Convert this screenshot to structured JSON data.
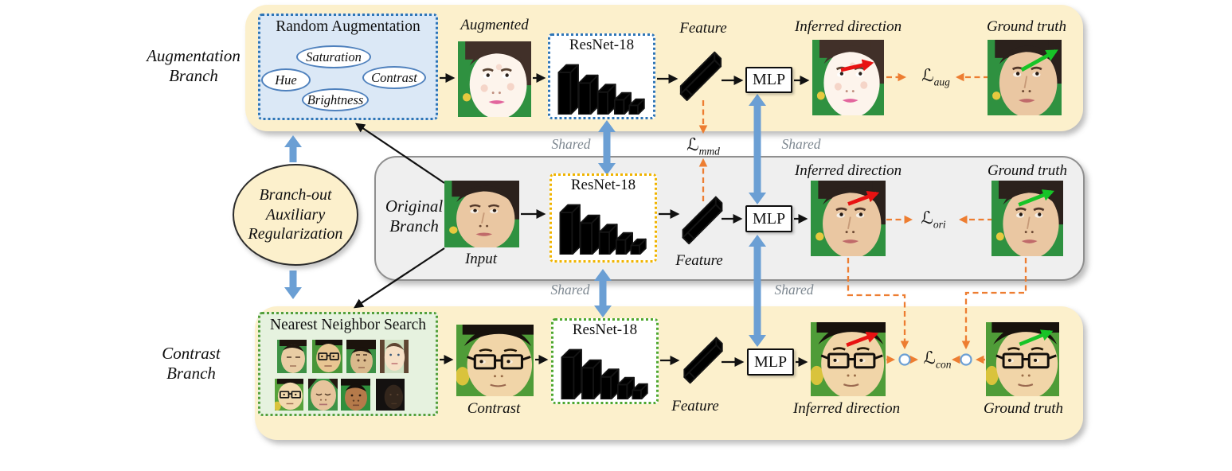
{
  "colors": {
    "branch_panel_bg": "#fcf0cc",
    "original_panel_bg": "#efefef",
    "original_panel_border": "#8f8f8f",
    "augmentation_box_bg": "#dbe8f6",
    "augmentation_box_border": "#2e75b6",
    "nns_box_bg": "#e6f2df",
    "nns_box_border": "#55a03c",
    "resnet_top_border": "#2e75b6",
    "resnet_mid_border": "#f0b400",
    "resnet_bottom_border": "#4ea72e",
    "shared_arrow_blue": "#6b9fd4",
    "loss_dash_orange": "#ed7d31",
    "inferred_arrow_red": "#e81212",
    "ground_truth_arrow_green": "#17c427",
    "shared_text": "#7d8790"
  },
  "branch_labels": {
    "augmentation": [
      "Augmentation",
      "Branch"
    ],
    "original": [
      "Original",
      "Branch"
    ],
    "contrast": [
      "Contrast",
      "Branch"
    ]
  },
  "regularizer": {
    "lines": [
      "Branch-out",
      "Auxiliary",
      "Regularization"
    ]
  },
  "augmentation_box": {
    "title": "Random Augmentation",
    "ops": [
      "Saturation",
      "Hue",
      "Contrast",
      "Brightness"
    ]
  },
  "nns_box": {
    "title": "Nearest Neighbor Search",
    "thumbnails": [
      "closed-eyes-man",
      "glasses-man",
      "upward-tilted-man",
      "fair-woman",
      "glasses-man-pale",
      "closed-eyes-woman",
      "dark-haired-woman",
      "underexposed-face"
    ]
  },
  "labels": {
    "augmented": "Augmented",
    "input": "Input",
    "contrast": "Contrast",
    "feature": "Feature",
    "resnet": "ResNet-18",
    "mlp": "MLP",
    "inferred": "Inferred direction",
    "ground_truth": "Ground truth",
    "shared": "Shared"
  },
  "losses": {
    "mmd": {
      "symbol": "ℒ",
      "sub": "mmd"
    },
    "aug": {
      "symbol": "ℒ",
      "sub": "aug"
    },
    "ori": {
      "symbol": "ℒ",
      "sub": "ori"
    },
    "con": {
      "symbol": "ℒ",
      "sub": "con"
    }
  }
}
